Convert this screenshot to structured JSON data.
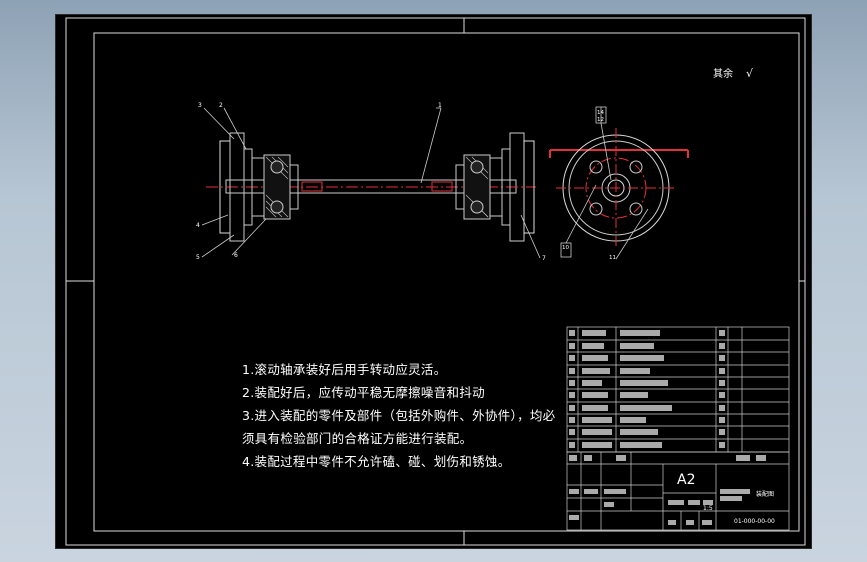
{
  "roughness": {
    "label": "其余",
    "symbol": "√"
  },
  "notes": [
    "1.滚动轴承装好后用手转动应灵活。",
    "2.装配好后，应传动平稳无摩擦噪音和抖动",
    "3.进入装配的零件及部件（包括外购件、外协件），均必",
    "须具有检验部门的合格证方能进行装配。",
    "4.装配过程中零件不允许磕、碰、划伤和锈蚀。"
  ],
  "title_block": {
    "sheet_size": "A2",
    "drawing_title": "装配图",
    "scale": "1:5",
    "drawing_number": "01-000-00-00"
  },
  "balloons": {
    "left_top": [
      "3",
      "2",
      "1"
    ],
    "left_bottom": [
      "4",
      "5",
      "6"
    ],
    "right": [
      "7"
    ],
    "end_view_top": [
      "14",
      "12"
    ],
    "end_view_bottom": [
      "10",
      "11"
    ]
  }
}
